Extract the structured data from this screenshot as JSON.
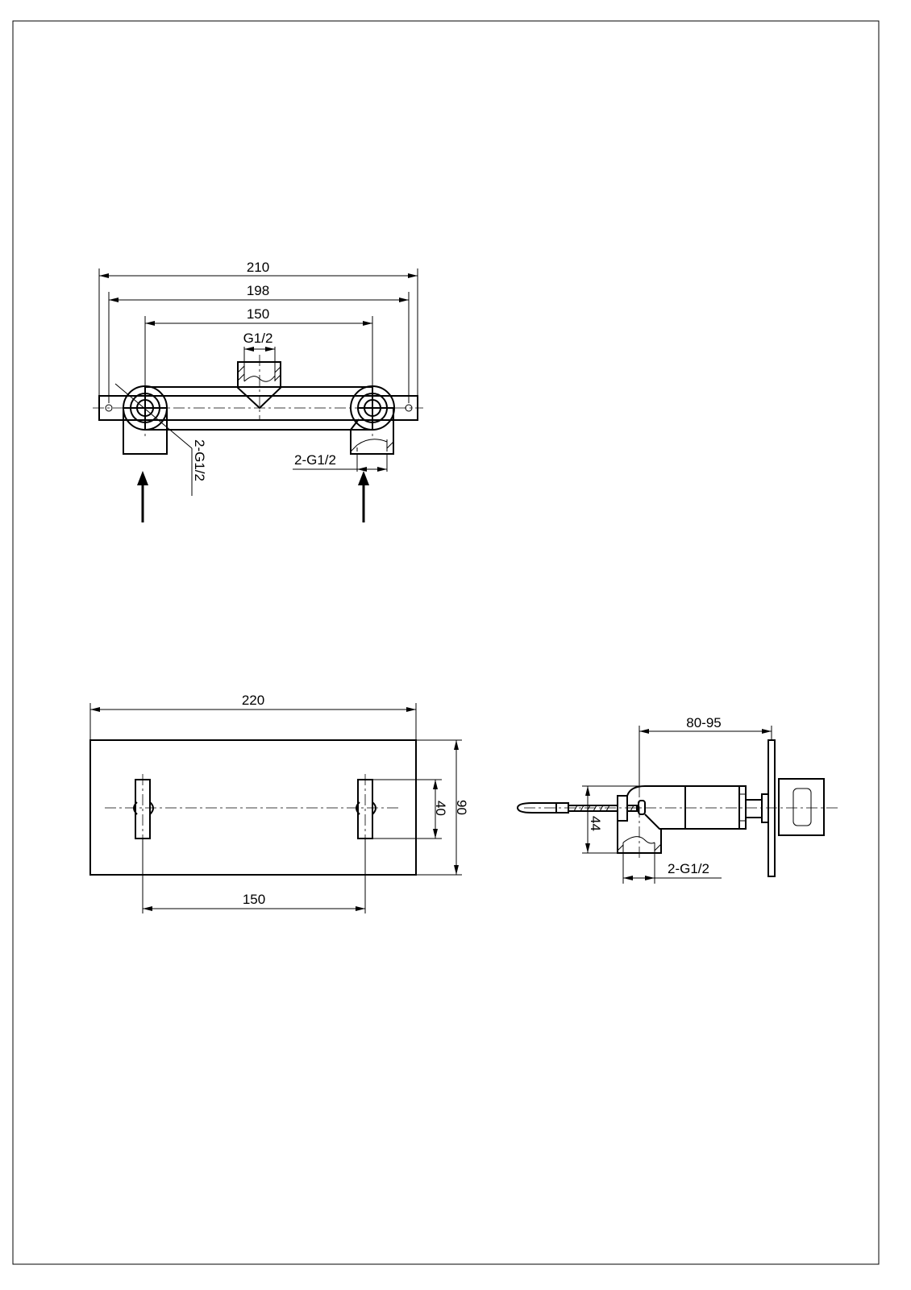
{
  "top_view": {
    "dim_overall": "210",
    "dim_mounting_holes": "198",
    "dim_centers": "150",
    "outlet_thread": "G1/2",
    "inlet_thread_left": "2-G1/2",
    "inlet_thread_right": "2-G1/2"
  },
  "front_view": {
    "dim_plate_width": "220",
    "dim_handle_height": "40",
    "dim_plate_height": "90",
    "dim_centers": "150"
  },
  "side_view": {
    "dim_wall_depth": "80-95",
    "dim_height": "44",
    "inlet_thread": "2-G1/2"
  }
}
